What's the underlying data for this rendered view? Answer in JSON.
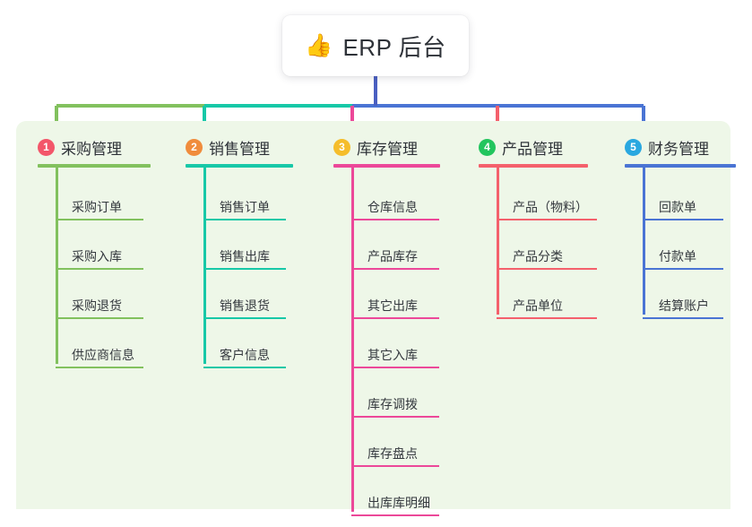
{
  "root": {
    "icon": "thumbs-up-icon",
    "icon_glyph": "👍",
    "title": "ERP 后台"
  },
  "palette": {
    "panel_background": "#eef7e8",
    "page_background": "#ffffff",
    "trunk": "#4a5fc1",
    "text": "#2e3238"
  },
  "chart_data": {
    "type": "tree",
    "title": "ERP 后台",
    "root_label": "ERP 后台",
    "branch_count": 5,
    "branches": [
      {
        "number": "1",
        "label": "采购管理",
        "badge_color": "#f3566a",
        "line_color": "#82c15e",
        "items": [
          "采购订单",
          "采购入库",
          "采购退货",
          "供应商信息"
        ]
      },
      {
        "number": "2",
        "label": "销售管理",
        "badge_color": "#f08c3c",
        "line_color": "#17c8a7",
        "items": [
          "销售订单",
          "销售出库",
          "销售退货",
          "客户信息"
        ]
      },
      {
        "number": "3",
        "label": "库存管理",
        "badge_color": "#f5bd2b",
        "line_color": "#ec4899",
        "items": [
          "仓库信息",
          "产品库存",
          "其它出库",
          "其它入库",
          "库存调拨",
          "库存盘点",
          "出库库明细"
        ]
      },
      {
        "number": "4",
        "label": "产品管理",
        "badge_color": "#22c55e",
        "line_color": "#f4606c",
        "items": [
          "产品（物料）",
          "产品分类",
          "产品单位"
        ]
      },
      {
        "number": "5",
        "label": "财务管理",
        "badge_color": "#29a8e0",
        "line_color": "#4a74d4",
        "items": [
          "回款单",
          "付款单",
          "结算账户"
        ]
      }
    ]
  }
}
